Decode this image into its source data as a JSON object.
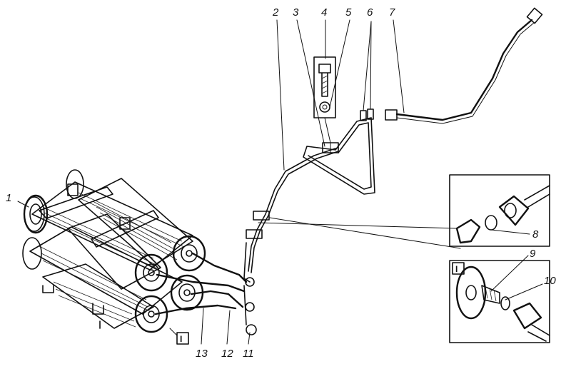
{
  "figure": {
    "callouts": [
      "1",
      "2",
      "3",
      "4",
      "5",
      "6",
      "7",
      "8",
      "9",
      "10",
      "11",
      "12",
      "13"
    ],
    "detail_tag": "I"
  },
  "colors": {
    "ink": "#111111",
    "paper": "#ffffff"
  }
}
